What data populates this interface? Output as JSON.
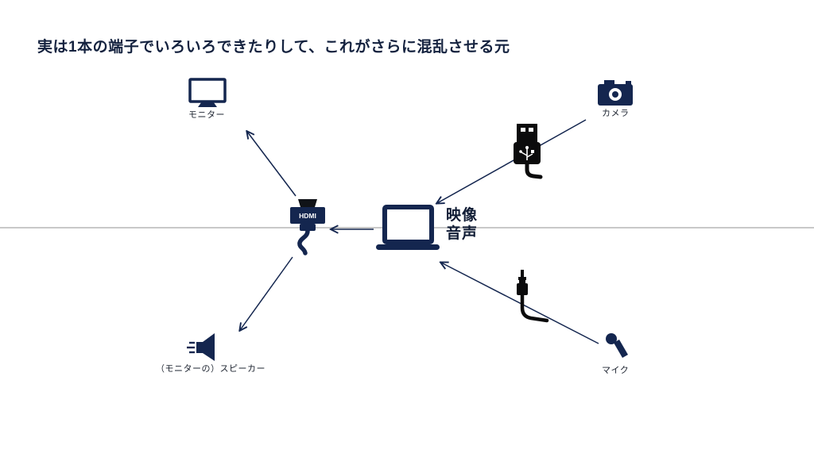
{
  "slide": {
    "title": "実は1本の端子でいろいろできたりして、これがさらに混乱させる元"
  },
  "nodes": {
    "monitor": {
      "label": "モニター"
    },
    "camera": {
      "label": "カメラ"
    },
    "speaker": {
      "label": "（モニターの）スピーカー"
    },
    "mic": {
      "label": "マイク"
    },
    "hdmi": {
      "label": "HDMI"
    },
    "laptop": {
      "label_video": "映像",
      "label_audio": "音声"
    }
  },
  "colors": {
    "navy": "#14264f",
    "black": "#0b0b0c",
    "divider_gray": "#c8c8c8",
    "text_dark": "#14223f"
  }
}
